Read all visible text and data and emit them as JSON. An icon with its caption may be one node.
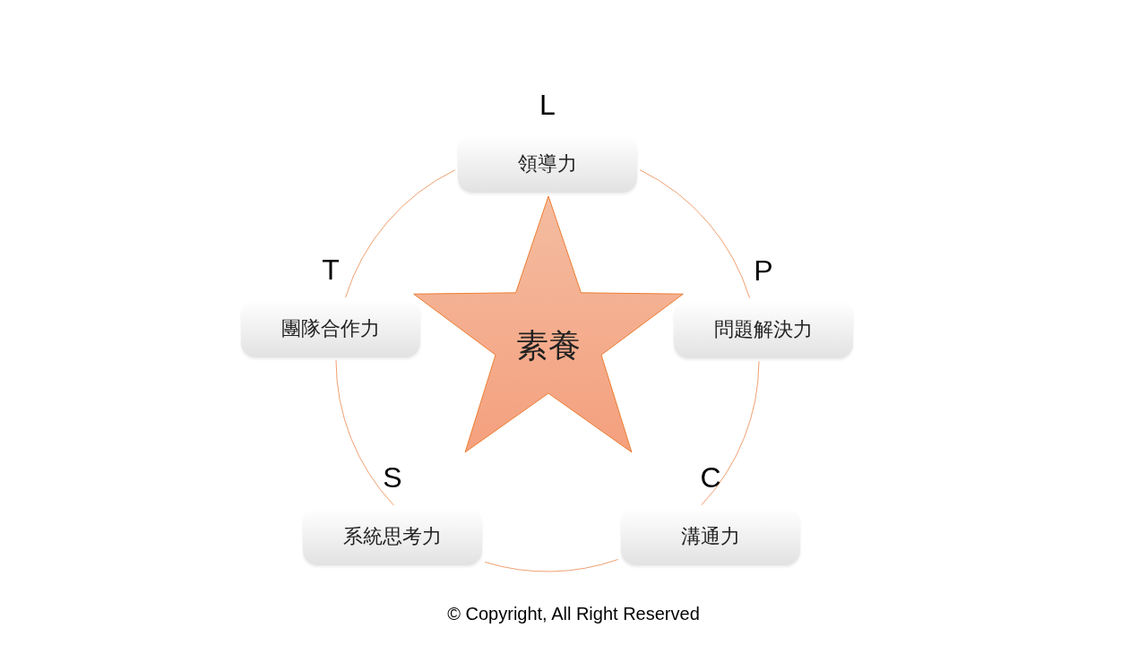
{
  "diagram": {
    "nodes": [
      {
        "text": [
          "素養"
        ]
      },
      {
        "text": [
          "L",
          "領導力"
        ]
      },
      {
        "text": [
          "P",
          "問題解決力"
        ]
      },
      {
        "text": [
          "C",
          "溝通力"
        ]
      },
      {
        "text": [
          "S",
          "系統思考力"
        ]
      },
      {
        "text": [
          "T",
          "團隊合作力"
        ]
      }
    ],
    "edges": [
      {
        "from": 1,
        "to": 2,
        "arrow": "none"
      },
      {
        "from": 2,
        "to": 3,
        "arrow": "none"
      },
      {
        "from": 3,
        "to": 4,
        "arrow": "none"
      },
      {
        "from": 4,
        "to": 5,
        "arrow": "none"
      },
      {
        "from": 5,
        "to": 1,
        "arrow": "none"
      }
    ],
    "labels": [
      "© Copyright, All Right Reserved"
    ]
  }
}
